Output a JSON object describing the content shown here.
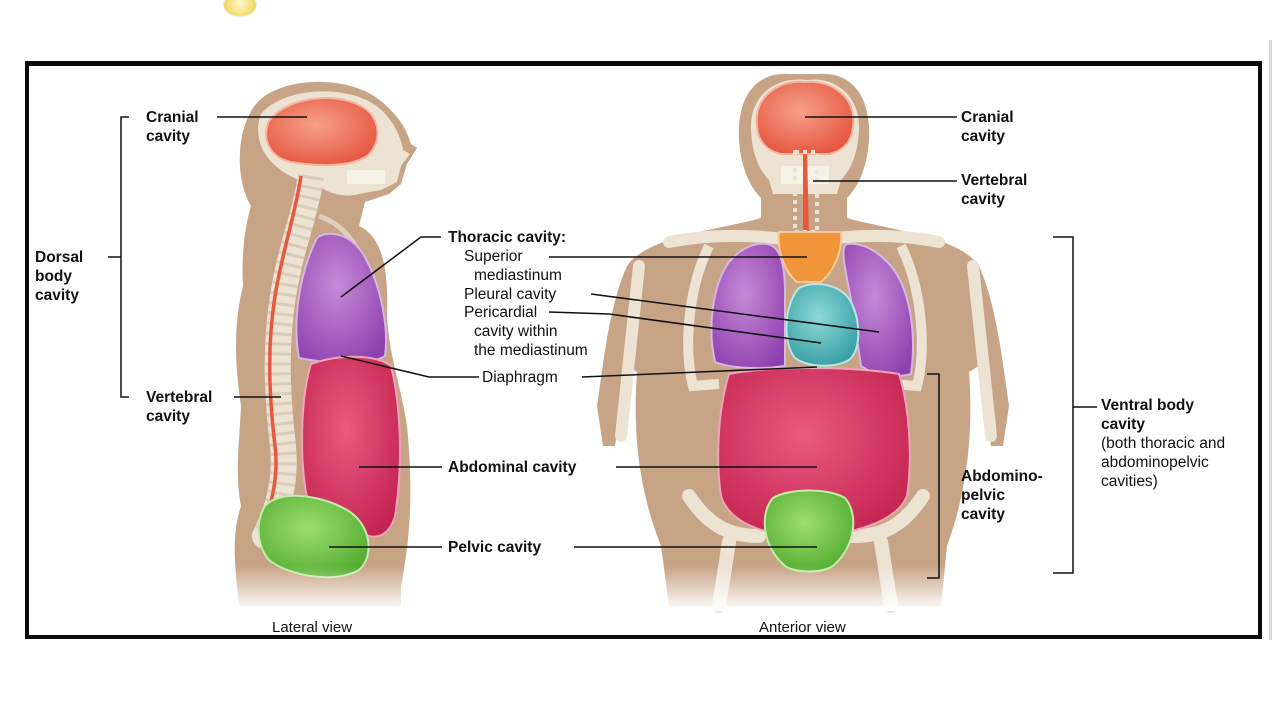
{
  "diagram": {
    "lateral": {
      "view_label": "Lateral view",
      "cranial": [
        "Cranial",
        "cavity"
      ],
      "dorsal": [
        "Dorsal",
        "body",
        "cavity"
      ],
      "vertebral": [
        "Vertebral",
        "cavity"
      ]
    },
    "center": {
      "thoracic_title": "Thoracic cavity:",
      "superior": [
        "Superior",
        "mediastinum"
      ],
      "pleural": "Pleural cavity",
      "pericardial": [
        "Pericardial",
        "cavity within",
        "the mediastinum"
      ],
      "diaphragm": "Diaphragm",
      "abdominal": "Abdominal cavity",
      "pelvic": "Pelvic cavity"
    },
    "anterior": {
      "view_label": "Anterior view",
      "cranial": [
        "Cranial",
        "cavity"
      ],
      "vertebral": [
        "Vertebral",
        "cavity"
      ],
      "abdominopelvic": [
        "Abdomino-",
        "pelvic",
        "cavity"
      ],
      "ventral_title": [
        "Ventral body",
        "cavity"
      ],
      "ventral_note": [
        "(both thoracic and",
        "abdominopelvic",
        "cavities)"
      ]
    },
    "colors": {
      "body_skin": "#c8a487",
      "bone": "#ece3d3",
      "cranial": "#ef6e55",
      "pleural": "#a55bc2",
      "superior_mediastinum": "#f0953a",
      "pericardial": "#4fb4b8",
      "abdominal": "#d83863",
      "pelvic": "#6cc442",
      "spinal_cord": "#e8583e"
    }
  }
}
